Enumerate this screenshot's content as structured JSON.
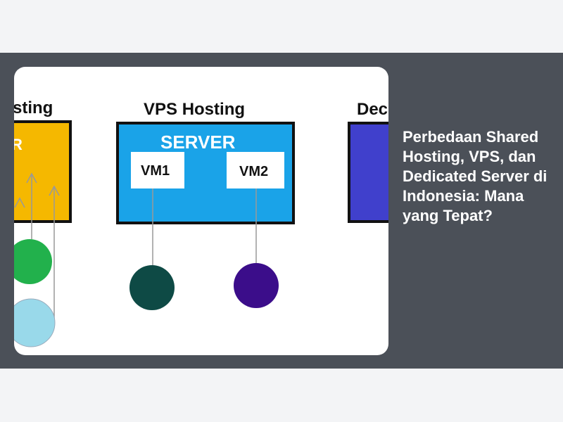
{
  "article": {
    "title": "Perbedaan Shared Hosting, VPS, dan Dedicated Server di Indonesia: Mana yang Tepat?"
  },
  "diagram": {
    "shared_heading_partial": "sting",
    "shared_box_letter_partial": "R",
    "vps_heading": "VPS Hosting",
    "server_label": "SERVER",
    "vm1_label": "VM1",
    "vm2_label": "VM2",
    "dedicated_heading_partial": "Dec"
  },
  "colors": {
    "card_background": "#4b5058",
    "page_background": "#f3f4f6",
    "shared_server": "#f5b800",
    "vps_server": "#1aa3e8",
    "dedicated_server": "#4040cc",
    "user_green": "#22b14c",
    "user_lightblue": "#99d9ea",
    "user_darkteal": "#0e4a45",
    "user_purple": "#3b0d8a"
  }
}
